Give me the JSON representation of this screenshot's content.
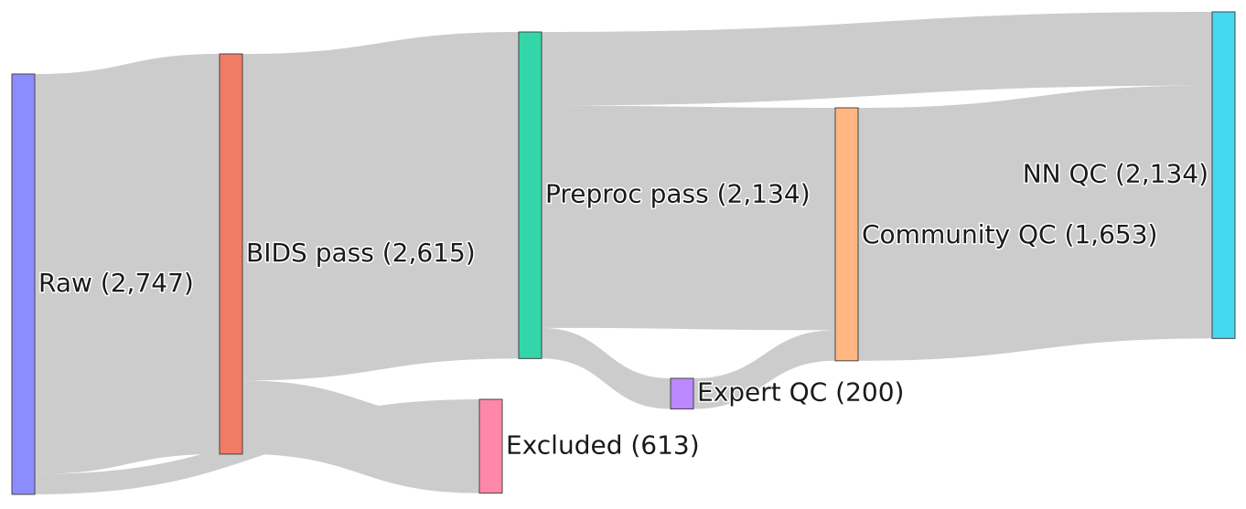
{
  "diagram": {
    "type": "sankey",
    "link_color": "#cccccc",
    "nodes": [
      {
        "id": "raw",
        "label": "Raw (2,747)",
        "value": 2747,
        "color": "#8c8cff"
      },
      {
        "id": "bids",
        "label": "BIDS pass (2,615)",
        "value": 2615,
        "color": "#f07c66"
      },
      {
        "id": "excluded",
        "label": "Excluded (613)",
        "value": 613,
        "color": "#ff88aa"
      },
      {
        "id": "preproc",
        "label": "Preproc pass (2,134)",
        "value": 2134,
        "color": "#33d6a8"
      },
      {
        "id": "expert",
        "label": "Expert QC (200)",
        "value": 200,
        "color": "#bb88ff"
      },
      {
        "id": "community",
        "label": "Community QC (1,653)",
        "value": 1653,
        "color": "#ffb681"
      },
      {
        "id": "nn",
        "label": "NN QC (2,134)",
        "value": 2134,
        "color": "#44d9f2"
      }
    ],
    "links": [
      {
        "source": "raw",
        "target": "bids",
        "value": 2615
      },
      {
        "source": "raw",
        "target": "excluded",
        "value": 132
      },
      {
        "source": "bids",
        "target": "preproc",
        "value": 2134
      },
      {
        "source": "bids",
        "target": "excluded",
        "value": 481
      },
      {
        "source": "preproc",
        "target": "nn",
        "value": 481
      },
      {
        "source": "preproc",
        "target": "community",
        "value": 1453
      },
      {
        "source": "preproc",
        "target": "expert",
        "value": 200
      },
      {
        "source": "expert",
        "target": "community",
        "value": 200
      },
      {
        "source": "community",
        "target": "nn",
        "value": 1653
      }
    ]
  }
}
